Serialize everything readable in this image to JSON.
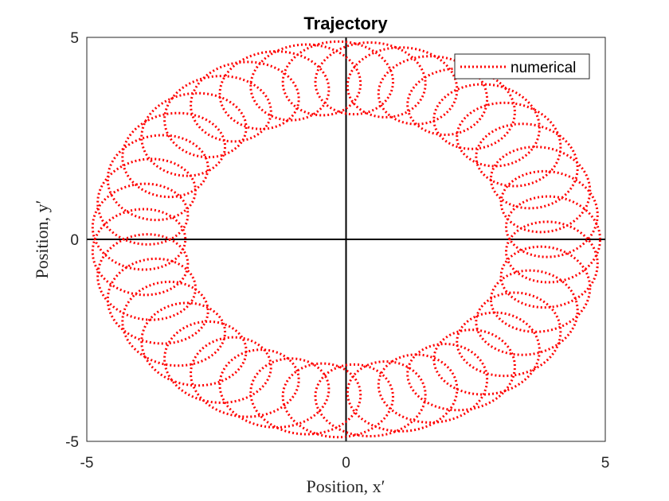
{
  "chart_data": {
    "type": "line",
    "title": "Trajectory",
    "xlabel": "Position, x′",
    "ylabel": "Position, y′",
    "xlim": [
      -5,
      5
    ],
    "ylim": [
      -5,
      5
    ],
    "xticks": [
      "-5",
      "0",
      "5"
    ],
    "yticks": [
      "5",
      "0",
      "-5"
    ],
    "xtick_values": [
      -5,
      0,
      5
    ],
    "ytick_values": [
      5,
      0,
      -5
    ],
    "grid": false,
    "origin_axes": true,
    "legend_position": "top-right",
    "series": [
      {
        "name": "numerical",
        "color": "#ff0000",
        "line_style": "dotted",
        "orbit_radius": 4.0,
        "loop_radius": 0.9,
        "loops": 40
      }
    ]
  }
}
